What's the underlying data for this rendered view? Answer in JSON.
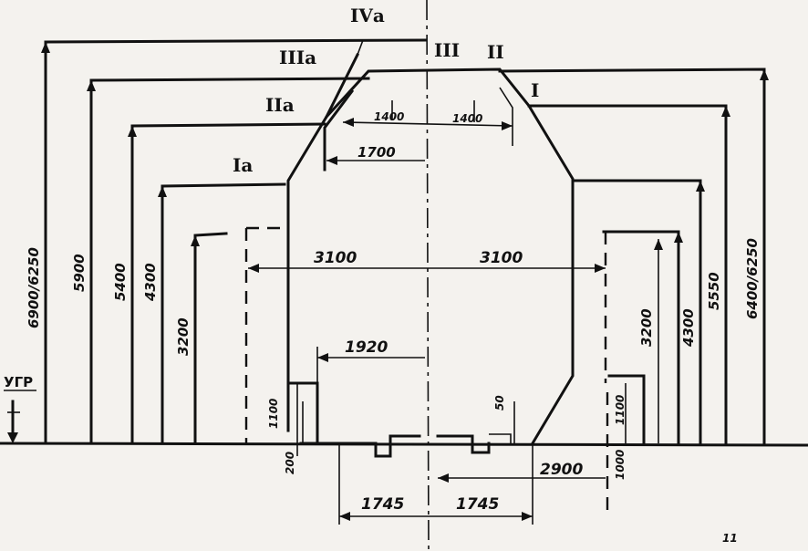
{
  "zones": {
    "Ia": "Iа",
    "IIa": "IIа",
    "IIIa": "IIIа",
    "IVa": "IVа",
    "I": "I",
    "II": "II",
    "III": "III"
  },
  "level_label": "УГР",
  "dims": {
    "left_6900": "6900/6250",
    "left_5900": "5900",
    "left_5400": "5400",
    "left_4300": "4300",
    "left_3200": "3200",
    "right_6400": "6400/6250",
    "right_5550": "5550",
    "right_4300": "4300",
    "right_3200": "3200",
    "h_3100_left": "3100",
    "h_3100_right": "3100",
    "h_1920": "1920",
    "h_1700": "1700",
    "h_1400_left": "1400",
    "h_1400_right": "1400",
    "h_1745_left": "1745",
    "h_1745_right": "1745",
    "h_2900": "2900",
    "v_1100": "1100",
    "v_200": "200",
    "v_50": "50",
    "v_1100_right": "1100",
    "v_1000_right": "1000"
  },
  "page_number": "11"
}
